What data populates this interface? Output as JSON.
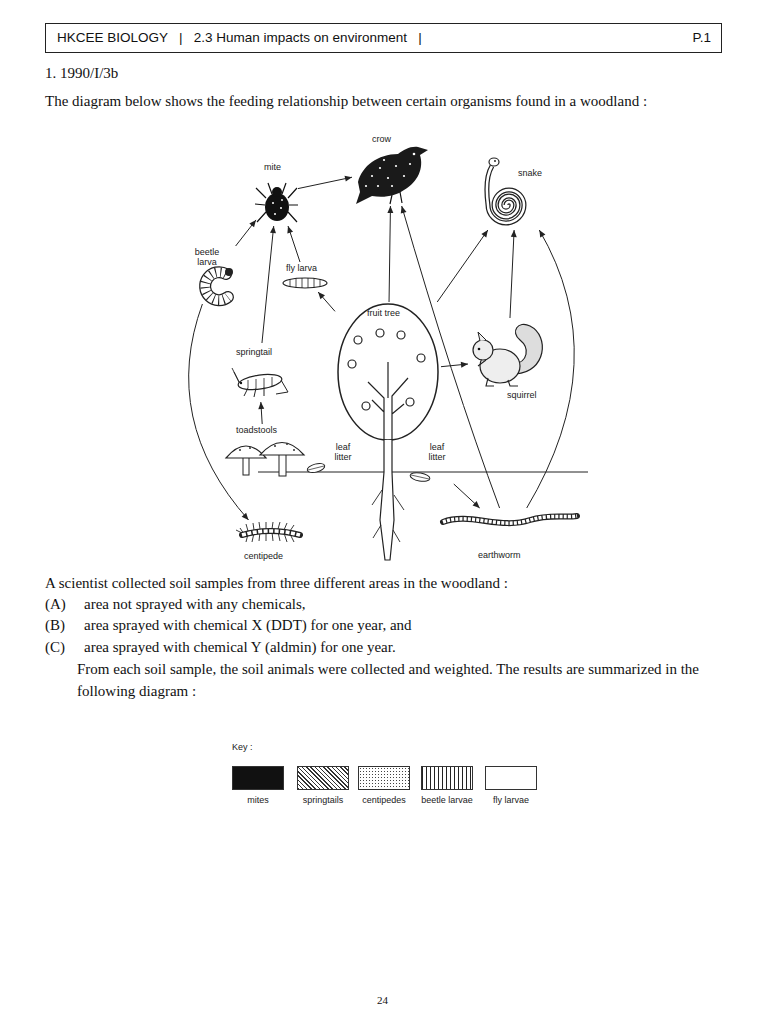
{
  "diagram": {
    "nodes": [
      {
        "text": [
          "HKCEE BIOLOGY   |   2.3 Human impacts on environment   |",
          "P.1"
        ]
      },
      {
        "text": [
          "crow"
        ]
      },
      {
        "text": [
          "mite"
        ]
      },
      {
        "text": [
          "snake"
        ]
      },
      {
        "text": [
          "beetle larva"
        ]
      },
      {
        "text": [
          "fly larva"
        ]
      },
      {
        "text": [
          "fruit tree"
        ]
      },
      {
        "text": [
          "springtail"
        ]
      },
      {
        "text": [
          "squirrel"
        ]
      },
      {
        "text": [
          "toadstools"
        ]
      },
      {
        "text": [
          "leaf litter"
        ]
      },
      {
        "text": [
          "leaf litter"
        ]
      },
      {
        "text": [
          "centipede"
        ]
      },
      {
        "text": [
          "earthworm"
        ]
      }
    ],
    "edges": [
      {
        "from": 4,
        "to": 2,
        "arrow": "to"
      },
      {
        "from": 5,
        "to": 2,
        "arrow": "to"
      },
      {
        "from": 7,
        "to": 2,
        "arrow": "to"
      },
      {
        "from": 2,
        "to": 1,
        "arrow": "to"
      },
      {
        "from": 6,
        "to": 1,
        "arrow": "to"
      },
      {
        "from": 6,
        "to": 5,
        "arrow": "to"
      },
      {
        "from": 6,
        "to": 3,
        "arrow": "to"
      },
      {
        "from": 6,
        "to": 8,
        "arrow": "to"
      },
      {
        "from": 8,
        "to": 3,
        "arrow": "to"
      },
      {
        "from": 13,
        "to": 1,
        "arrow": "to"
      },
      {
        "from": 13,
        "to": 3,
        "arrow": "to"
      },
      {
        "from": 11,
        "to": 13,
        "arrow": "to"
      },
      {
        "from": 9,
        "to": 7,
        "arrow": "to"
      },
      {
        "from": 4,
        "to": 12,
        "arrow": "to"
      }
    ],
    "labels": [
      "1. 1990/I/3b",
      "The diagram below shows the feeding relationship between certain organisms found in a woodland :",
      "A scientist collected soil samples from three different areas in the woodland :",
      "(A)",
      "area not sprayed with any chemicals,",
      "(B)",
      "area sprayed with chemical X (DDT) for one year, and",
      "(C)",
      "area sprayed with chemical Y (aldmin) for one year.",
      "From each soil sample, the soil animals were collected and weighted. The results are summarized in the following diagram :",
      "Key :",
      "24"
    ],
    "legend": [
      {
        "text": "mites",
        "color": "#111111"
      },
      {
        "text": "springtails"
      },
      {
        "text": "centipedes"
      },
      {
        "text": "beetle larvae"
      },
      {
        "text": "fly larvae",
        "color": "#ffffff"
      }
    ]
  }
}
